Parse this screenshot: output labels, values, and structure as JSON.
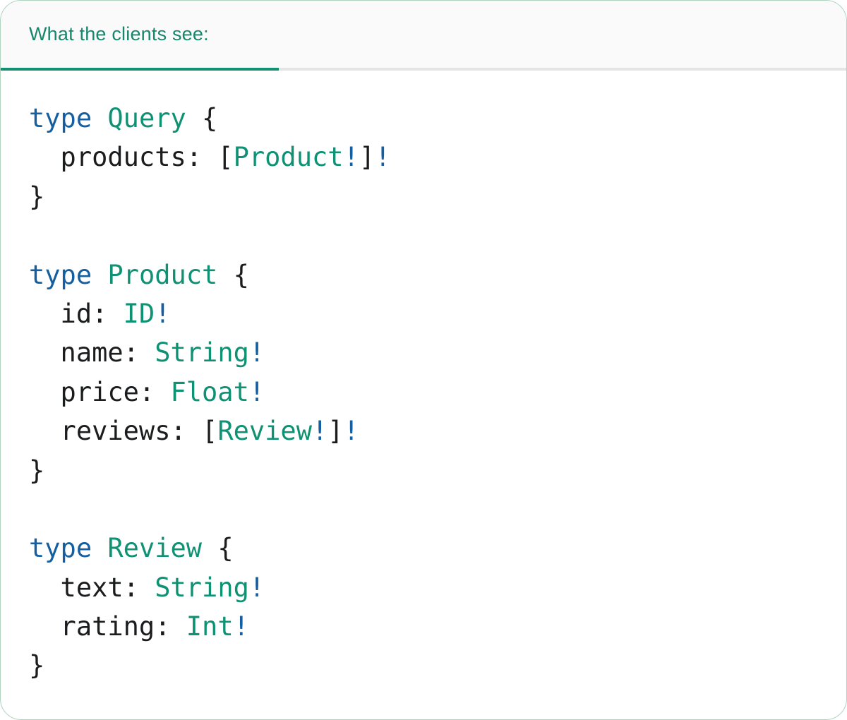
{
  "card": {
    "header": {
      "title": "What the clients see:"
    },
    "colors": {
      "accent": "#17866b",
      "underline": "#149173",
      "divider": "#e4e4e4",
      "header_background": "#fafafa",
      "card_background": "#ffffff",
      "card_border": "#aed3bf",
      "keyword": "#155fa0",
      "typename": "#0f9274",
      "plain": "#1b1c1d",
      "bang": "#155fa0"
    },
    "code": {
      "language": "graphql",
      "lines": [
        [
          {
            "t": "k",
            "v": "type"
          },
          {
            "t": "p",
            "v": " "
          },
          {
            "t": "n",
            "v": "Query"
          },
          {
            "t": "p",
            "v": " {"
          }
        ],
        [
          {
            "t": "p",
            "v": "  products: ["
          },
          {
            "t": "n",
            "v": "Product"
          },
          {
            "t": "b",
            "v": "!"
          },
          {
            "t": "p",
            "v": "]"
          },
          {
            "t": "b",
            "v": "!"
          }
        ],
        [
          {
            "t": "p",
            "v": "}"
          }
        ],
        [],
        [
          {
            "t": "k",
            "v": "type"
          },
          {
            "t": "p",
            "v": " "
          },
          {
            "t": "n",
            "v": "Product"
          },
          {
            "t": "p",
            "v": " {"
          }
        ],
        [
          {
            "t": "p",
            "v": "  id: "
          },
          {
            "t": "n",
            "v": "ID"
          },
          {
            "t": "b",
            "v": "!"
          }
        ],
        [
          {
            "t": "p",
            "v": "  name: "
          },
          {
            "t": "n",
            "v": "String"
          },
          {
            "t": "b",
            "v": "!"
          }
        ],
        [
          {
            "t": "p",
            "v": "  price: "
          },
          {
            "t": "n",
            "v": "Float"
          },
          {
            "t": "b",
            "v": "!"
          }
        ],
        [
          {
            "t": "p",
            "v": "  reviews: ["
          },
          {
            "t": "n",
            "v": "Review"
          },
          {
            "t": "b",
            "v": "!"
          },
          {
            "t": "p",
            "v": "]"
          },
          {
            "t": "b",
            "v": "!"
          }
        ],
        [
          {
            "t": "p",
            "v": "}"
          }
        ],
        [],
        [
          {
            "t": "k",
            "v": "type"
          },
          {
            "t": "p",
            "v": " "
          },
          {
            "t": "n",
            "v": "Review"
          },
          {
            "t": "p",
            "v": " {"
          }
        ],
        [
          {
            "t": "p",
            "v": "  text: "
          },
          {
            "t": "n",
            "v": "String"
          },
          {
            "t": "b",
            "v": "!"
          }
        ],
        [
          {
            "t": "p",
            "v": "  rating: "
          },
          {
            "t": "n",
            "v": "Int"
          },
          {
            "t": "b",
            "v": "!"
          }
        ],
        [
          {
            "t": "p",
            "v": "}"
          }
        ]
      ]
    }
  }
}
